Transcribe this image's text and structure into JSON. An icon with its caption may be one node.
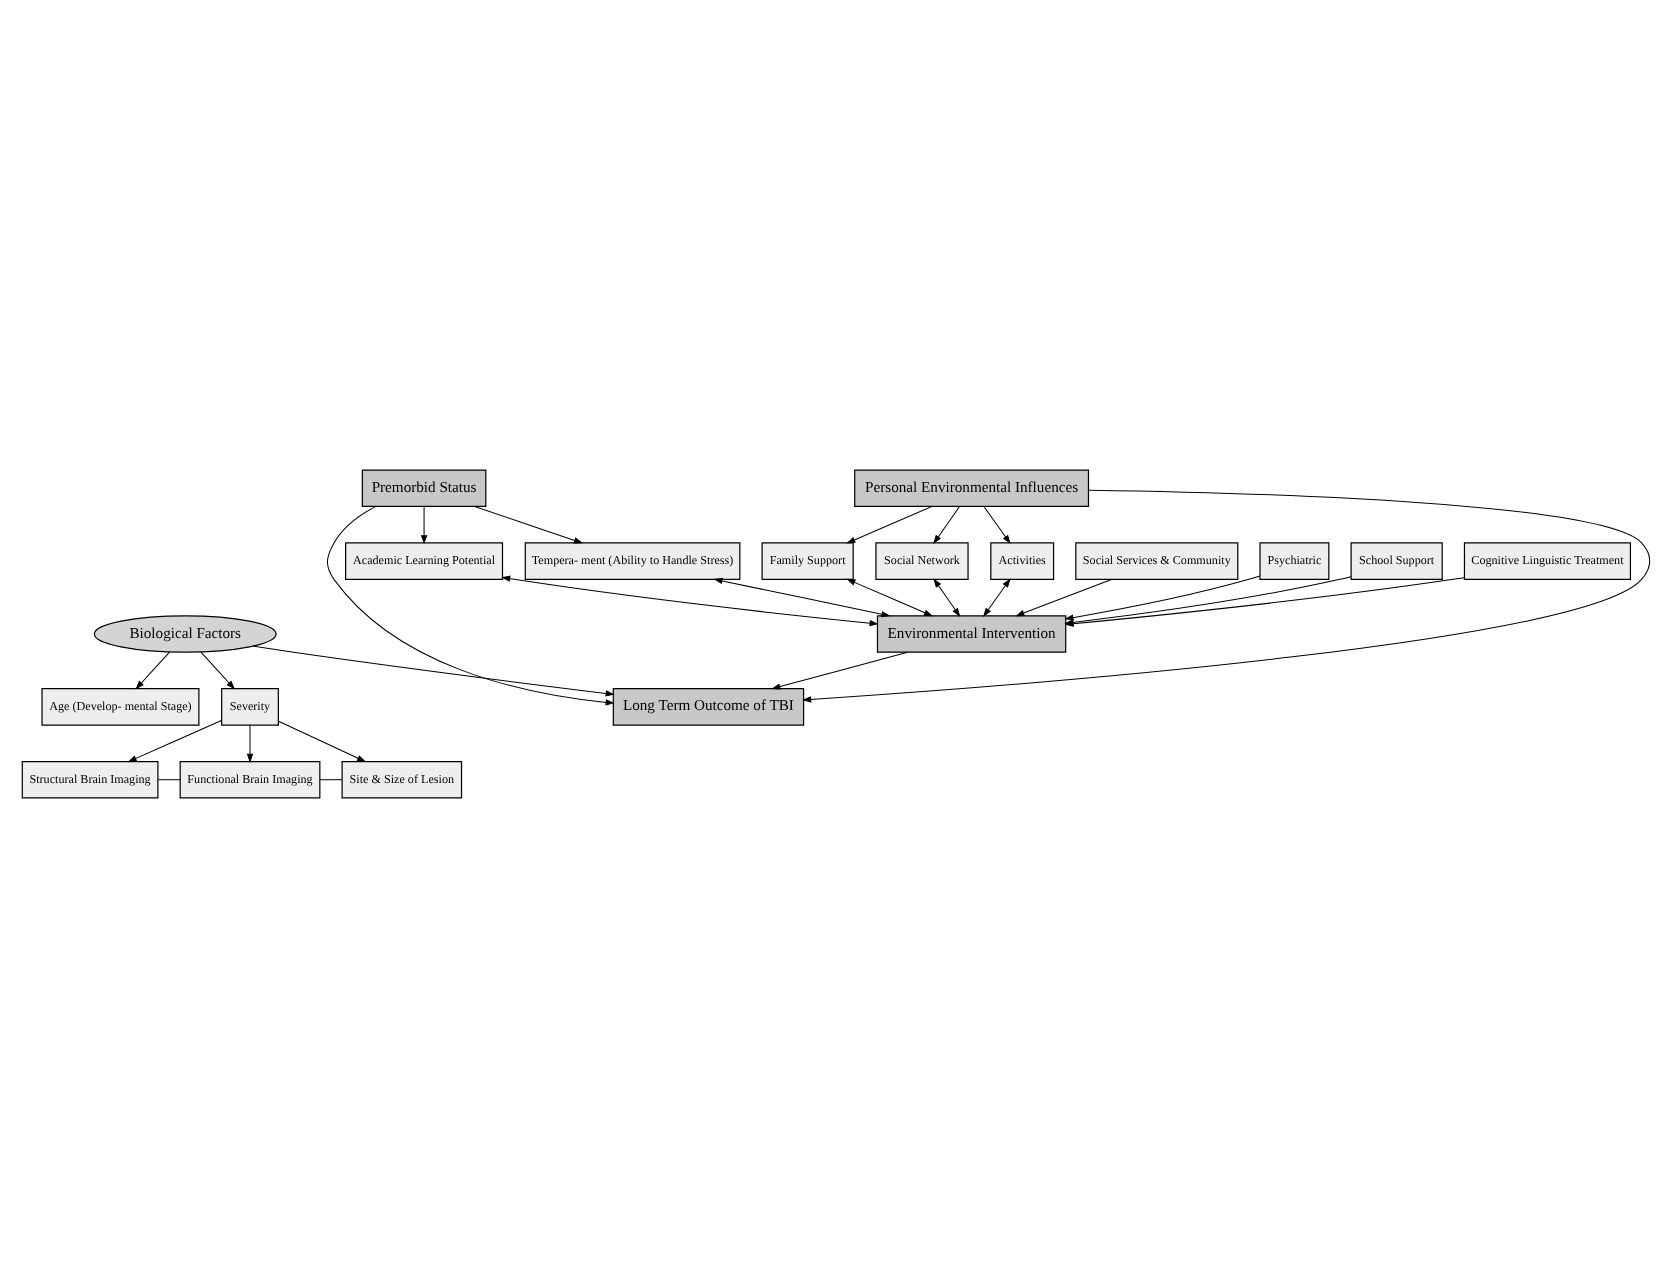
{
  "diagram": {
    "nodes": [
      {
        "text": [
          "Biological Factors"
        ]
      },
      {
        "text": [
          "Age (Develop- mental Stage)"
        ]
      },
      {
        "text": [
          "Severity"
        ]
      },
      {
        "text": [
          "Structural Brain Imaging"
        ]
      },
      {
        "text": [
          "Functional Brain Imaging"
        ]
      },
      {
        "text": [
          "Site & Size of Lesion"
        ]
      },
      {
        "text": [
          "Premorbid Status"
        ]
      },
      {
        "text": [
          "Long Term Outcome of TBI"
        ]
      },
      {
        "text": [
          "Personal Environmental Influences"
        ]
      },
      {
        "text": [
          "Academic Learning Potential"
        ]
      },
      {
        "text": [
          "Tempera- ment (Ability to Handle Stress)"
        ]
      },
      {
        "text": [
          "Environmental Intervention"
        ]
      },
      {
        "text": [
          "Family Support"
        ]
      },
      {
        "text": [
          "Social Network"
        ]
      },
      {
        "text": [
          "Activities"
        ]
      },
      {
        "text": [
          "Social Services & Community"
        ]
      },
      {
        "text": [
          "Psychiatric"
        ]
      },
      {
        "text": [
          "School Support"
        ]
      },
      {
        "text": [
          "Cognitive Linguistic Treatment"
        ]
      }
    ],
    "edges": [
      {
        "from": 0,
        "to": 1,
        "arrow": "to"
      },
      {
        "from": 0,
        "to": 2,
        "arrow": "to"
      },
      {
        "from": 0,
        "to": 7,
        "arrow": "to"
      },
      {
        "from": 2,
        "to": 3,
        "arrow": "to"
      },
      {
        "from": 2,
        "to": 4,
        "arrow": "to"
      },
      {
        "from": 2,
        "to": 5,
        "arrow": "to"
      },
      {
        "from": 3,
        "to": 4,
        "arrow": "none"
      },
      {
        "from": 4,
        "to": 5,
        "arrow": "none"
      },
      {
        "from": 6,
        "to": 7,
        "arrow": "to"
      },
      {
        "from": 6,
        "to": 9,
        "arrow": "to"
      },
      {
        "from": 6,
        "to": 10,
        "arrow": "to"
      },
      {
        "from": 8,
        "to": 7,
        "arrow": "to"
      },
      {
        "from": 8,
        "to": 12,
        "arrow": "to"
      },
      {
        "from": 8,
        "to": 13,
        "arrow": "to"
      },
      {
        "from": 8,
        "to": 14,
        "arrow": "to"
      },
      {
        "from": 11,
        "to": 7,
        "arrow": "to"
      },
      {
        "from": 9,
        "to": 11,
        "arrow": "both"
      },
      {
        "from": 10,
        "to": 11,
        "arrow": "both"
      },
      {
        "from": 12,
        "to": 11,
        "arrow": "both"
      },
      {
        "from": 13,
        "to": 11,
        "arrow": "both"
      },
      {
        "from": 14,
        "to": 11,
        "arrow": "both"
      },
      {
        "from": 15,
        "to": 11,
        "arrow": "to"
      },
      {
        "from": 16,
        "to": 11,
        "arrow": "to"
      },
      {
        "from": 17,
        "to": 11,
        "arrow": "to"
      },
      {
        "from": 18,
        "to": 11,
        "arrow": "to"
      }
    ]
  }
}
